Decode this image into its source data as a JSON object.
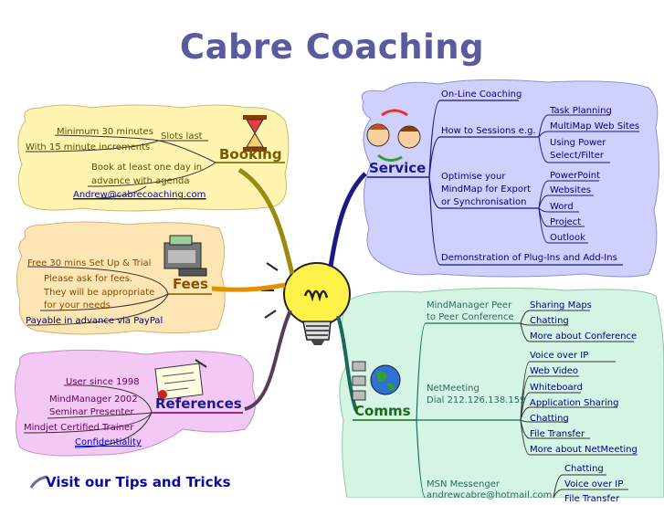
{
  "title": "Cabre Coaching",
  "colors": {
    "booking_bg": "#fff4b0",
    "fees_bg": "#fde6b4",
    "references_bg": "#f4c8f4",
    "service_bg": "#d0d0fc",
    "comms_bg": "#d4f4e4",
    "title": "#5a5aa0"
  },
  "booking": {
    "label": "Booking",
    "icon": "hourglass-icon",
    "items": [
      "Minimum 30 minutes",
      "With 15 minute increments",
      "Slots last",
      "Book at least one day in",
      "advance with agenda",
      "Andrew@cabrecoaching.com"
    ]
  },
  "fees": {
    "label": "Fees",
    "icon": "cash-register-icon",
    "items": [
      "Free 30 mins Set Up & Trial",
      "Please ask for fees.",
      "They will be appropriate",
      "for your needs.",
      "Payable in advance via PayPal"
    ]
  },
  "references": {
    "label": "References",
    "icon": "certificate-icon",
    "items": [
      "User since 1998",
      "MindManager 2002",
      "Seminar Presenter",
      "Mindjet Certified Trainer",
      "Confidentiality"
    ]
  },
  "service": {
    "label": "Service",
    "icon": "people-exchange-icon",
    "online": "On-Line Coaching",
    "howto": "How to Sessions e.g.",
    "howto_items": [
      "Task Planning",
      "MultiMap Web Sites",
      "Using Power",
      "Select/Filter"
    ],
    "optimise": [
      "Optimise your",
      "MindMap for Export",
      "or Synchronisation"
    ],
    "optimise_items": [
      "PowerPoint",
      "Websites",
      "Word",
      "Project",
      "Outlook"
    ],
    "demo": "Demonstration of Plug-Ins and Add-Ins"
  },
  "comms": {
    "label": "Comms",
    "icon": "network-globe-icon",
    "peer": [
      "MindManager Peer",
      "to Peer Conference"
    ],
    "peer_items": [
      "Sharing Maps",
      "Chatting",
      "More about Conference"
    ],
    "netmeeting": [
      "NetMeeting",
      "Dial 212.126.138.159"
    ],
    "netmeeting_items": [
      "Voice over IP",
      "Web Video",
      "Whiteboard",
      "Application Sharing",
      "Chatting",
      "File Transfer",
      "More about NetMeeting"
    ],
    "msn": [
      "MSN Messenger",
      "andrewcabre@hotmail.com"
    ],
    "msn_items": [
      "Chatting",
      "Voice over IP",
      "File Transfer"
    ]
  },
  "visit": "Visit our Tips and Tricks"
}
